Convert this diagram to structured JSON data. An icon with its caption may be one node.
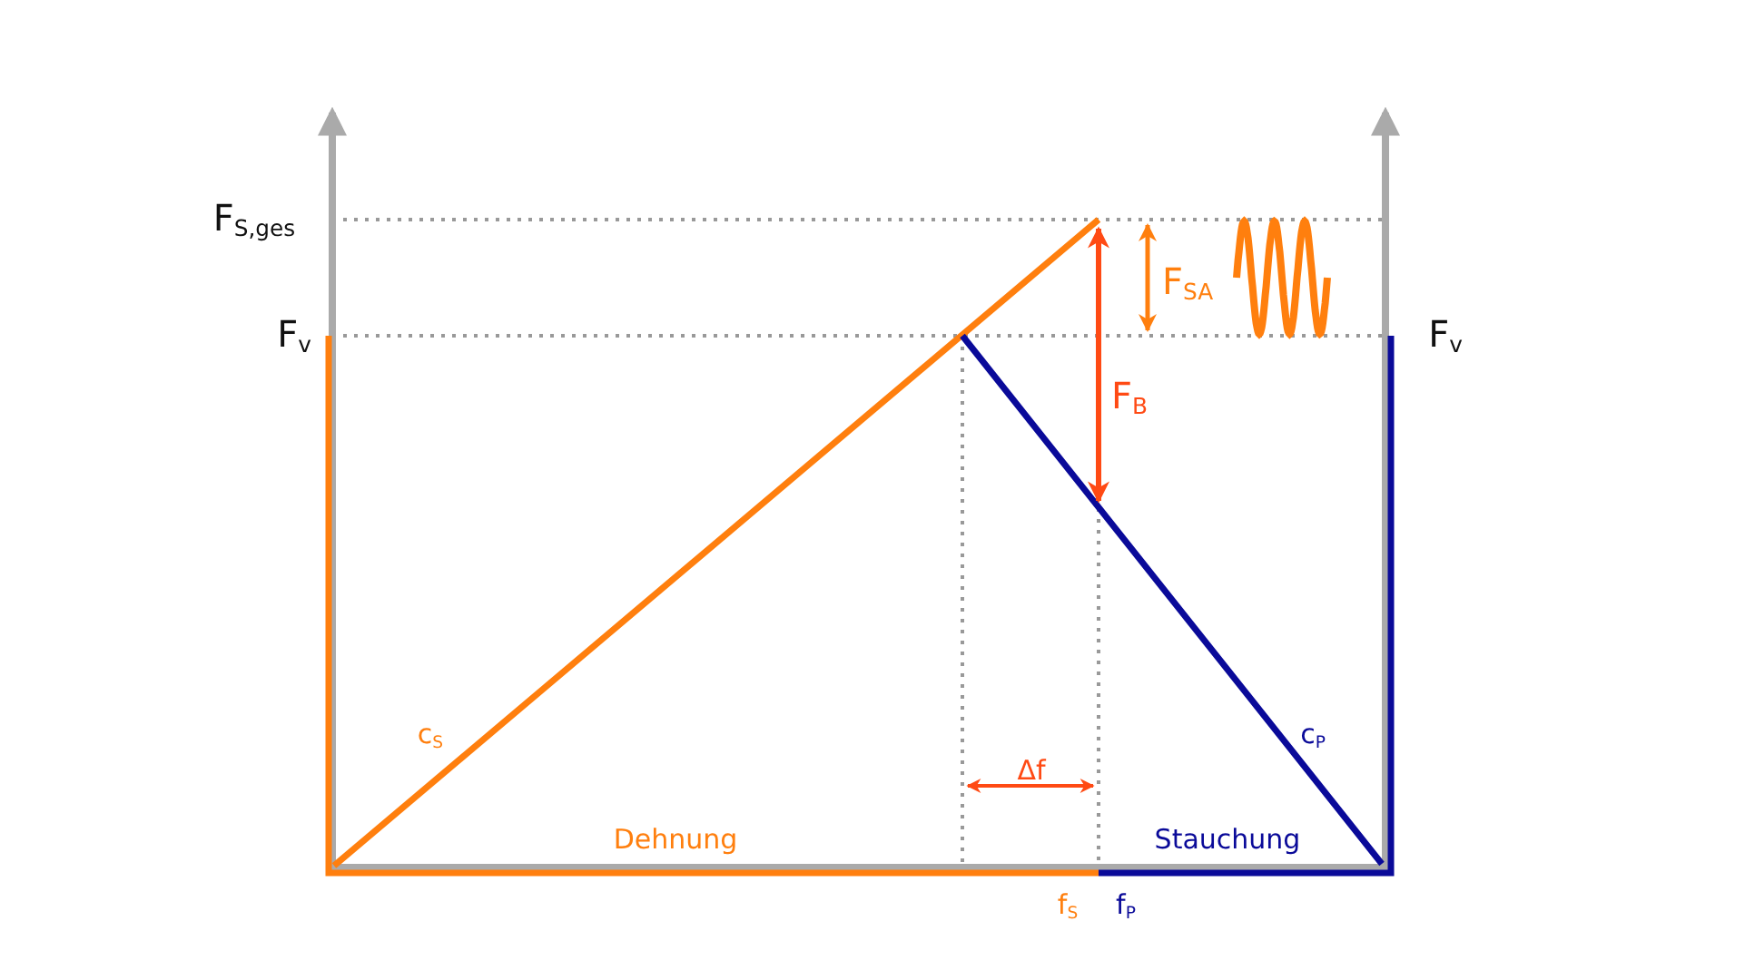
{
  "diagram": {
    "labels": [
      "F$_{S,ges}$",
      "F$_{v}$",
      "F$_{SA}$",
      "F$_{v}$",
      "F$_{B}$",
      "c$_{S}$",
      "c$_{P}$",
      "Δf",
      "Dehnung",
      "Stauchung",
      "f$_{S}$",
      "f$_{P}$"
    ]
  }
}
